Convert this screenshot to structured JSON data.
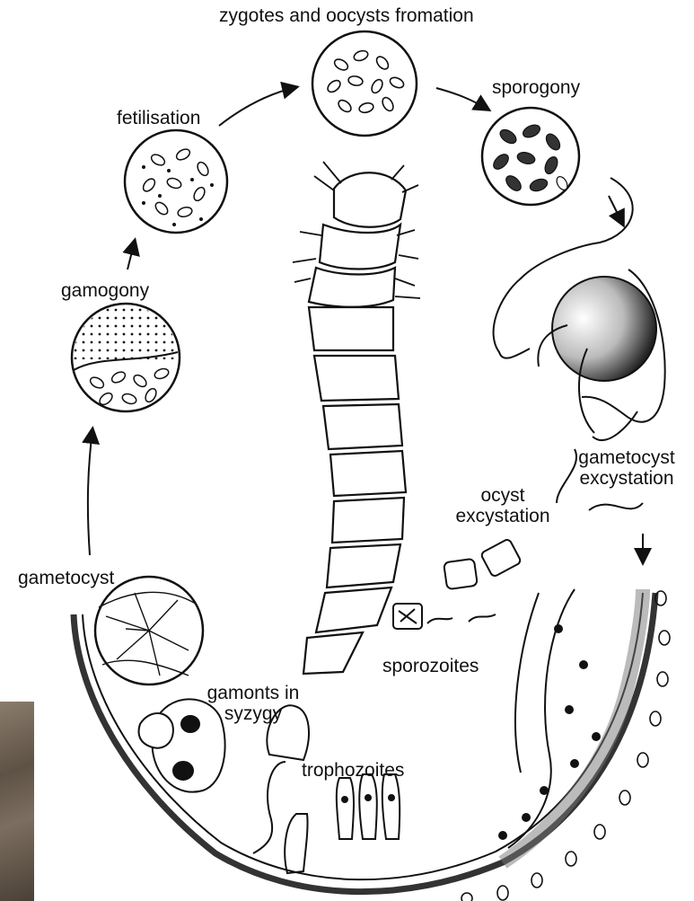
{
  "labels": {
    "zygotes": "zygotes and oocysts fromation",
    "sporogony": "sporogony",
    "fetilisation": "fetilisation",
    "gamogony": "gamogony",
    "gametocyst_excystation_1": "gametocyst",
    "gametocyst_excystation_2": "excystation",
    "ocyst_excystation_1": "ocyst",
    "ocyst_excystation_2": "excystation",
    "gametocyst": "gametocyst",
    "sporozoites": "sporozoites",
    "gamonts_1": "gamonts in",
    "gamonts_2": "syzygy",
    "trophozoites": "trophozoites"
  },
  "colors": {
    "ink": "#111111",
    "background": "#ffffff",
    "photo_strip": "#6b5d50"
  }
}
